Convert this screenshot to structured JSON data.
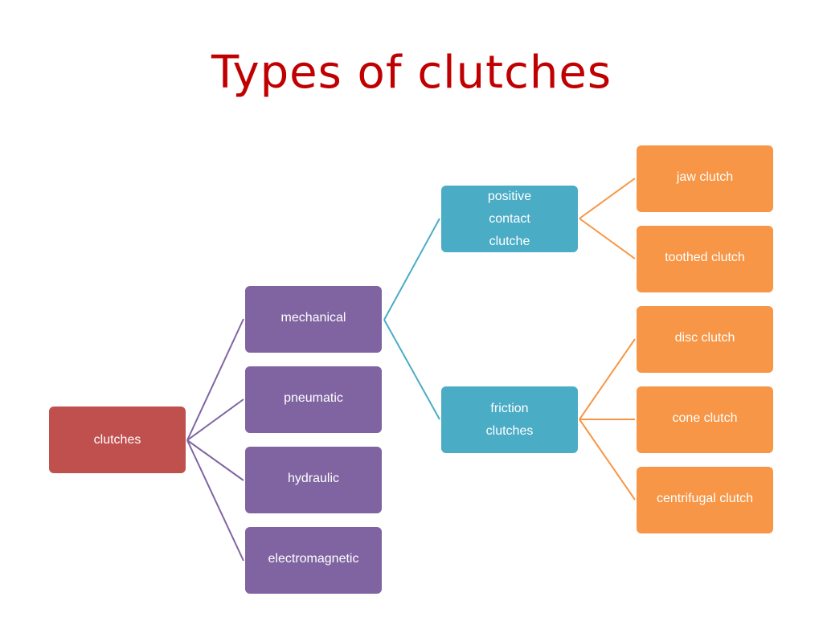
{
  "title": "Types of clutches",
  "colors": {
    "title": "#c00000",
    "root": "#c0504d",
    "level1": "#8064a2",
    "level2": "#4bacc6",
    "level3": "#f79646"
  },
  "tree": {
    "root": "clutches",
    "categories": [
      "mechanical",
      "pneumatic",
      "hydraulic",
      "electromagnetic"
    ],
    "mechanical_types": [
      "positive\ncontact\nclutche",
      "friction\nclutches"
    ],
    "positive_contact_types": [
      "jaw clutch",
      "toothed clutch"
    ],
    "friction_types": [
      "disc clutch",
      "cone clutch",
      "centrifugal clutch"
    ]
  }
}
